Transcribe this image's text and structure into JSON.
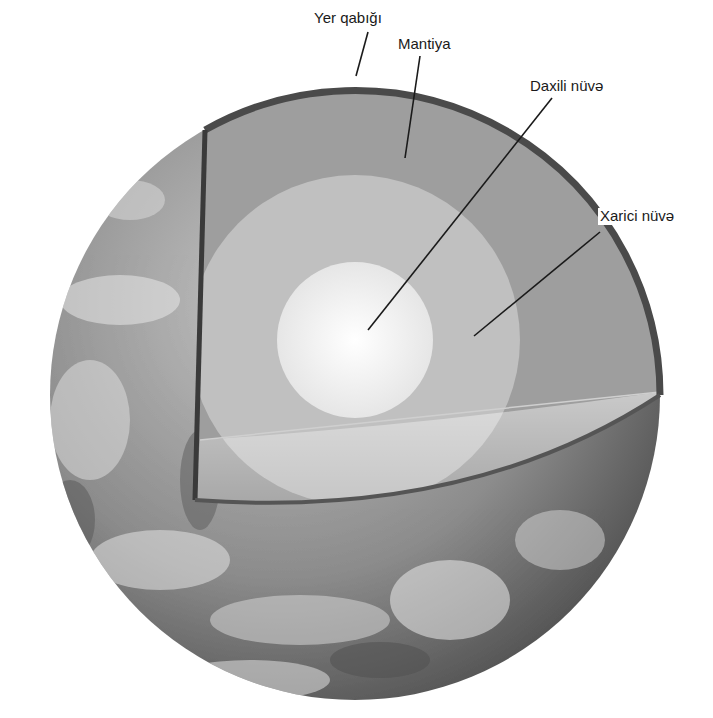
{
  "diagram": {
    "labels": [
      "Yer qabığı",
      "Mantiya",
      "Daxili nüvə",
      "Xarici nüvə"
    ]
  }
}
